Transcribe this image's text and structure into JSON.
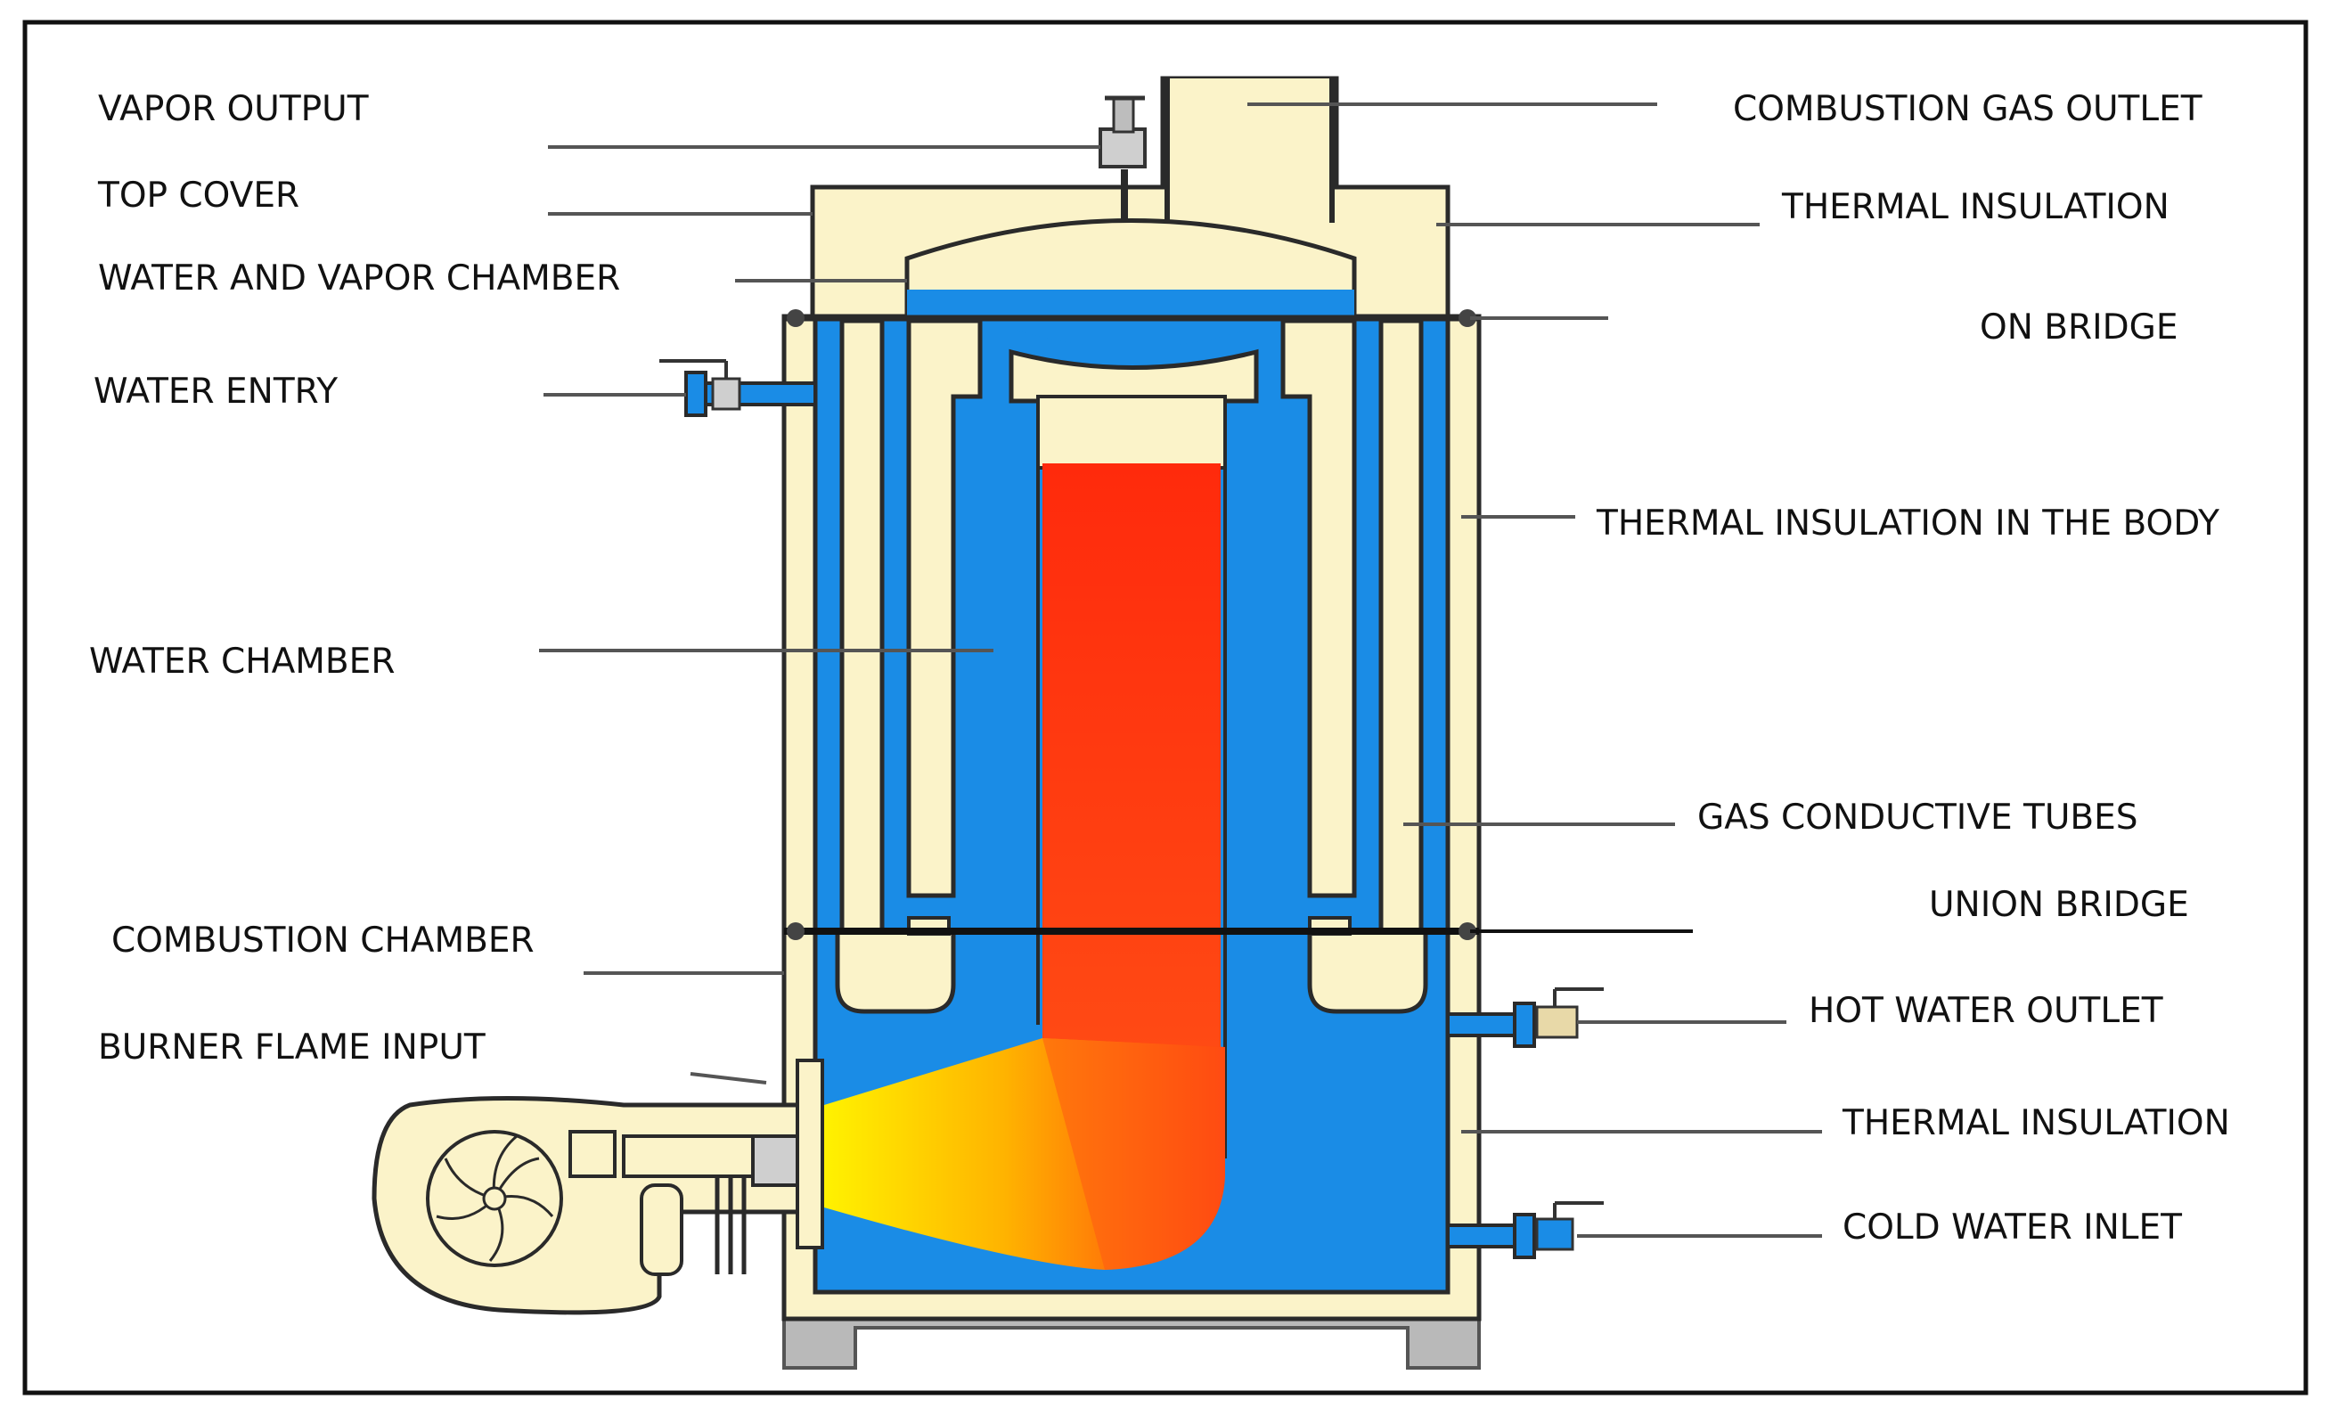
{
  "labels": {
    "vapor_output": "VAPOR OUTPUT",
    "top_cover": "TOP COVER",
    "water_vapor_chamber": "WATER AND VAPOR  CHAMBER",
    "water_entry": "WATER ENTRY",
    "water_chamber": "WATER CHAMBER",
    "combustion_chamber": "COMBUSTION CHAMBER",
    "burner_flame_input": "BURNER FLAME INPUT",
    "combustion_gas_outlet": "COMBUSTION GAS OUTLET",
    "thermal_insulation_top": "THERMAL INSULATION",
    "on_bridge": "ON BRIDGE",
    "thermal_insulation_body": "THERMAL INSULATION IN THE BODY",
    "gas_conductive_tubes": "GAS CONDUCTIVE TUBES",
    "union_bridge": "UNION BRIDGE",
    "hot_water_outlet": "HOT WATER OUTLET",
    "thermal_insulation_lower": "THERMAL INSULATION",
    "cold_water_inlet": "COLD WATER INLET"
  },
  "colors": {
    "water": "#1a8ce6",
    "insulation": "#fbf3c9",
    "flame_hot": "#ff2a0c",
    "flame_yellow": "#fff200",
    "outline": "#2a2a2a",
    "leader": "#555555",
    "base": "#b9b9b9"
  }
}
